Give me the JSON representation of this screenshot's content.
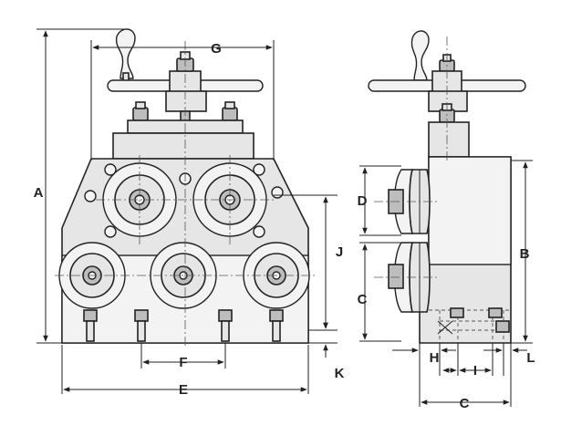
{
  "labels": {
    "A": "A",
    "B": "B",
    "C_side": "C",
    "C_bottom": "C",
    "D": "D",
    "E": "E",
    "F": "F",
    "G": "G",
    "H": "H",
    "I": "I",
    "J": "J",
    "K": "K",
    "L": "L"
  },
  "colors": {
    "line": "#222222",
    "body_fill": "#e6e6e6",
    "shade_fill": "#bdbdbd"
  }
}
